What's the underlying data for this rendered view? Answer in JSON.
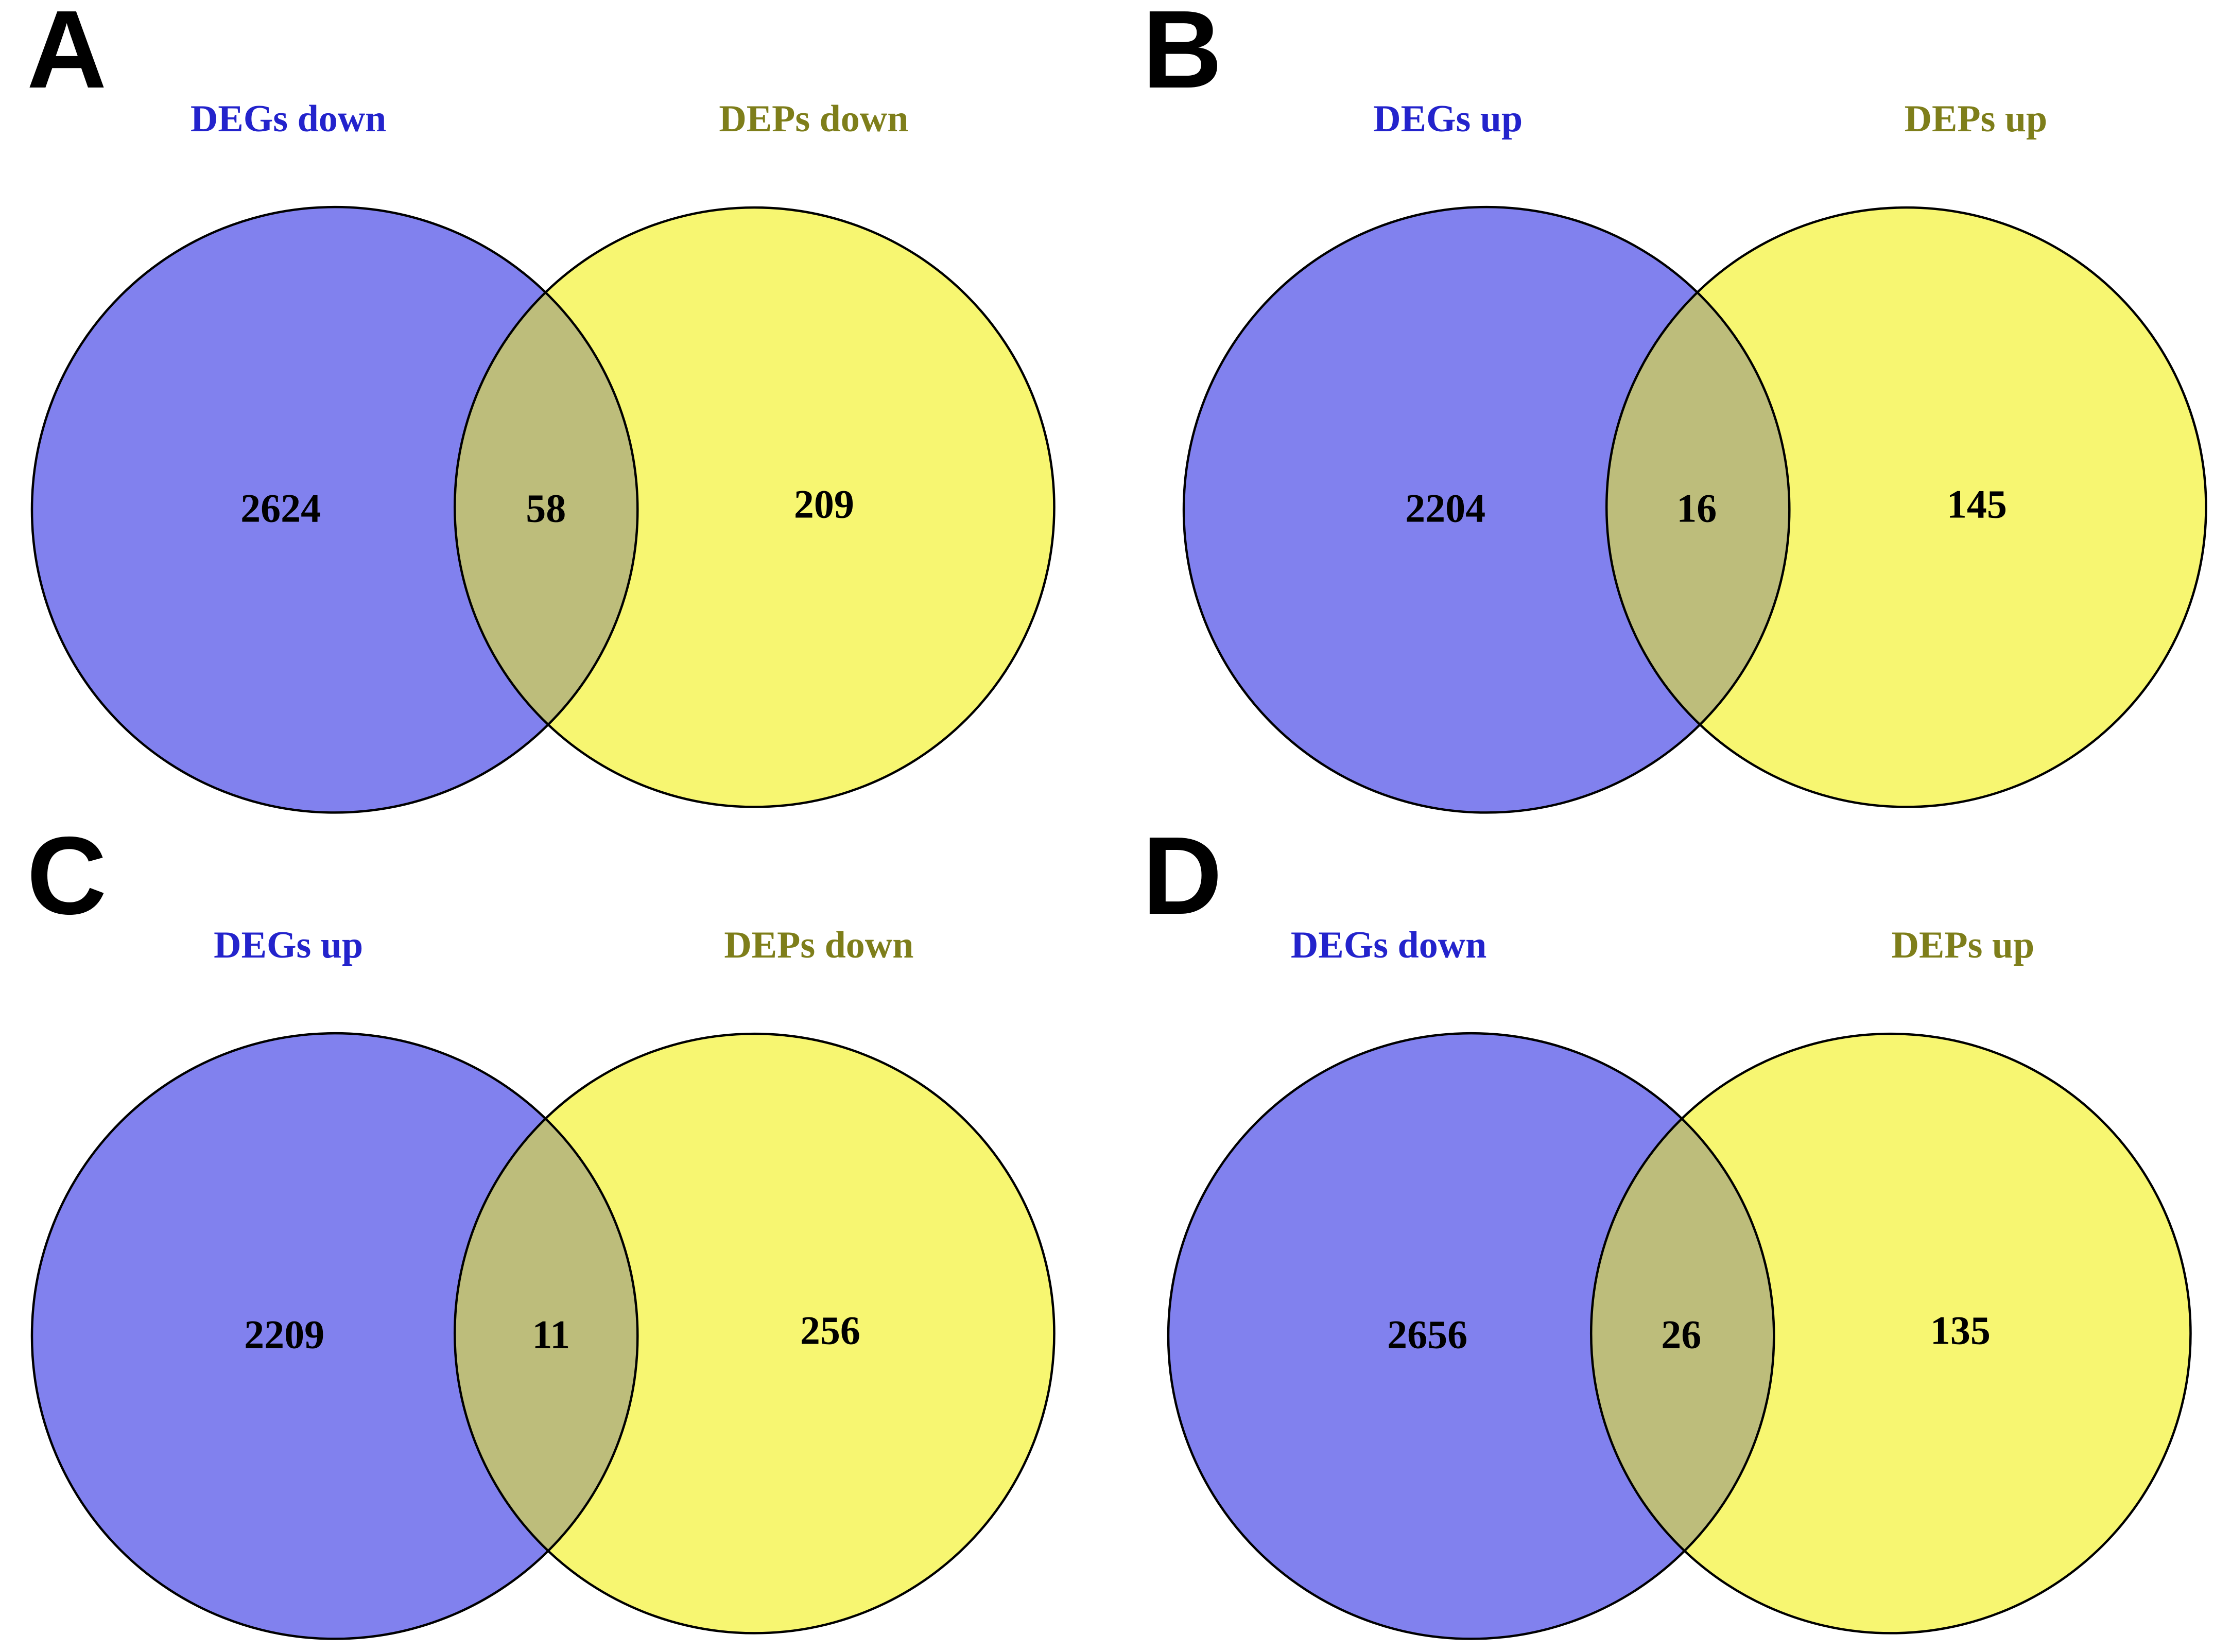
{
  "figure": {
    "colors": {
      "background": "#FFFFFF",
      "left_circle_fill": "#8181EE",
      "right_circle_fill": "#F7F671",
      "overlap_fill": "#BDBD7B",
      "circle_outline": "#000000",
      "left_label_color": "#2323CC",
      "right_label_color": "#7E7E1A",
      "count_color": "#000000",
      "panel_letter_color": "#000000"
    },
    "panels": [
      {
        "letter": "A",
        "left": {
          "label": "DEGs down",
          "count": "2624"
        },
        "overlap": {
          "count": "58"
        },
        "right": {
          "label": "DEPs down",
          "count": "209"
        }
      },
      {
        "letter": "B",
        "left": {
          "label": "DEGs up",
          "count": "2204"
        },
        "overlap": {
          "count": "16"
        },
        "right": {
          "label": "DEPs up",
          "count": "145"
        }
      },
      {
        "letter": "C",
        "left": {
          "label": "DEGs up",
          "count": "2209"
        },
        "overlap": {
          "count": "11"
        },
        "right": {
          "label": "DEPs down",
          "count": "256"
        }
      },
      {
        "letter": "D",
        "left": {
          "label": "DEGs down",
          "count": "2656"
        },
        "overlap": {
          "count": "26"
        },
        "right": {
          "label": "DEPs up",
          "count": "135"
        }
      }
    ]
  },
  "chart_data": [
    {
      "type": "venn",
      "panel": "A",
      "sets": [
        {
          "label": "DEGs down",
          "unique": 2624,
          "color": "#8181EE"
        },
        {
          "label": "DEPs down",
          "unique": 209,
          "color": "#F7F671"
        }
      ],
      "intersection": 58
    },
    {
      "type": "venn",
      "panel": "B",
      "sets": [
        {
          "label": "DEGs up",
          "unique": 2204,
          "color": "#8181EE"
        },
        {
          "label": "DEPs up",
          "unique": 145,
          "color": "#F7F671"
        }
      ],
      "intersection": 16
    },
    {
      "type": "venn",
      "panel": "C",
      "sets": [
        {
          "label": "DEGs up",
          "unique": 2209,
          "color": "#8181EE"
        },
        {
          "label": "DEPs down",
          "unique": 256,
          "color": "#F7F671"
        }
      ],
      "intersection": 11
    },
    {
      "type": "venn",
      "panel": "D",
      "sets": [
        {
          "label": "DEGs down",
          "unique": 2656,
          "color": "#8181EE"
        },
        {
          "label": "DEPs up",
          "unique": 135,
          "color": "#F7F671"
        }
      ],
      "intersection": 26
    }
  ]
}
